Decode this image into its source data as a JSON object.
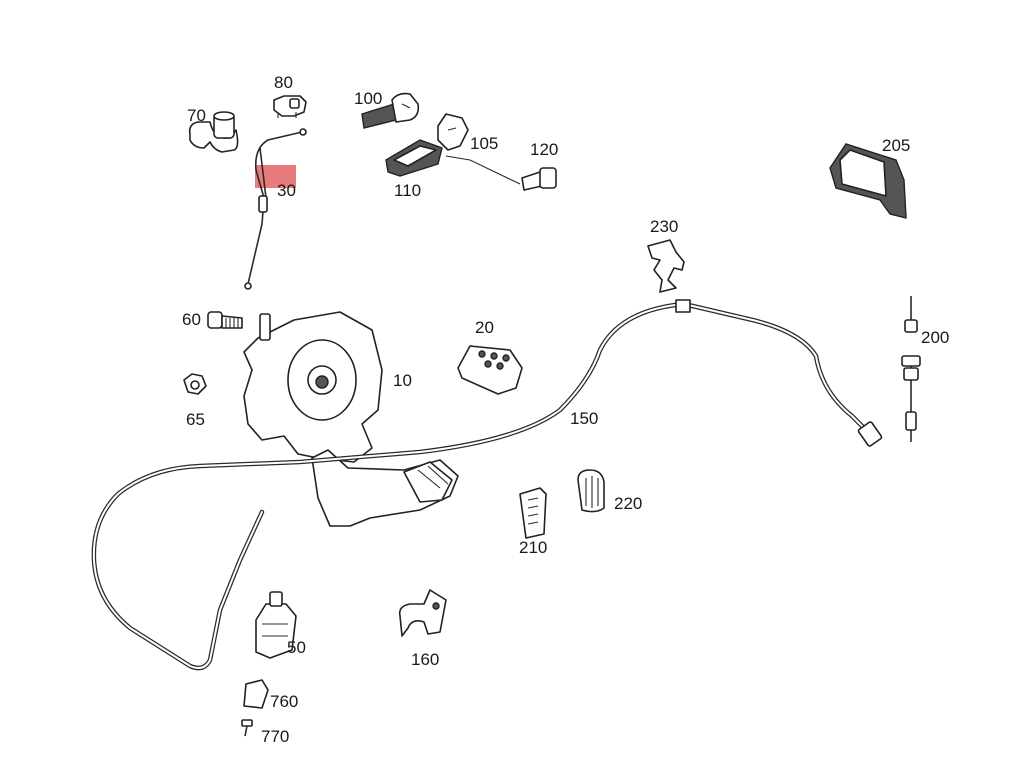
{
  "diagram": {
    "part_labels": {
      "p80": "80",
      "p70": "70",
      "p30": "30",
      "p100": "100",
      "p105": "105",
      "p110": "110",
      "p120": "120",
      "p205": "205",
      "p230": "230",
      "p60": "60",
      "p20": "20",
      "p10": "10",
      "p65": "65",
      "p150": "150",
      "p200": "200",
      "p220": "220",
      "p210": "210",
      "p50": "50",
      "p160": "160",
      "p760": "760",
      "p770": "770"
    },
    "highlight": {
      "part": "30",
      "color": "#e05050"
    }
  }
}
